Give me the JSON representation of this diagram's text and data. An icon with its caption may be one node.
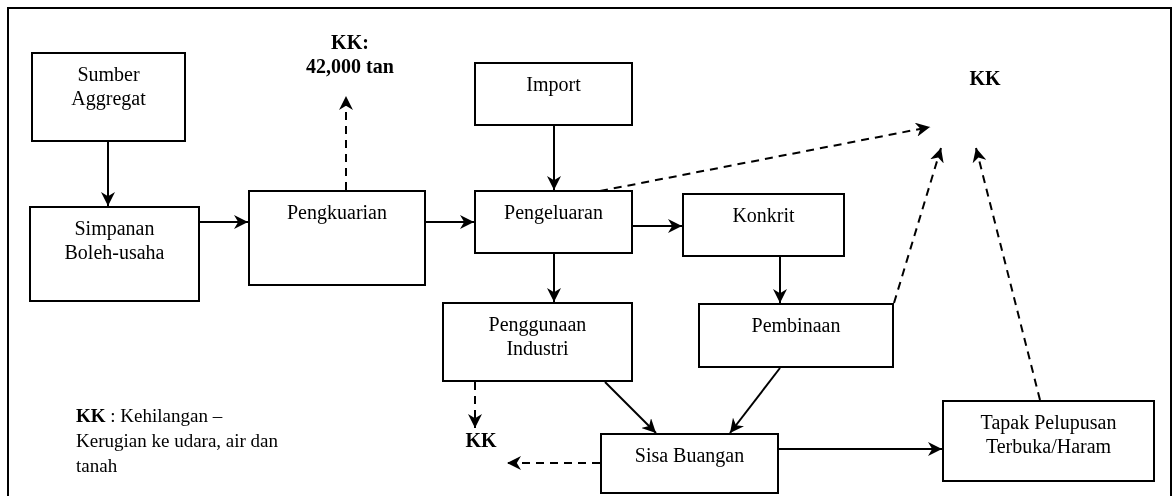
{
  "diagram": {
    "nodes": [
      {
        "text": [
          "Sumber Aggregat"
        ]
      },
      {
        "text": [
          "Simpanan Boleh-usaha"
        ]
      },
      {
        "text": [
          "Pengkuarian"
        ]
      },
      {
        "text": [
          "Import"
        ]
      },
      {
        "text": [
          "Pengeluaran"
        ]
      },
      {
        "text": [
          "Konkrit"
        ]
      },
      {
        "text": [
          "Penggunaan Industri"
        ]
      },
      {
        "text": [
          "Pembinaan"
        ]
      },
      {
        "text": [
          "Sisa Buangan"
        ]
      },
      {
        "text": [
          "Tapak Pelupusan Terbuka/Haram"
        ]
      },
      {
        "text": [
          "KK: 42,000 tan"
        ]
      },
      {
        "text": [
          "KK"
        ]
      },
      {
        "text": [
          "KK"
        ]
      }
    ],
    "edges": [
      {
        "from": 0,
        "to": 1,
        "arrow": "to"
      },
      {
        "from": 1,
        "to": 2,
        "arrow": "to"
      },
      {
        "from": 2,
        "to": 4,
        "arrow": "to"
      },
      {
        "from": 3,
        "to": 4,
        "arrow": "to"
      },
      {
        "from": 4,
        "to": 5,
        "arrow": "to"
      },
      {
        "from": 4,
        "to": 6,
        "arrow": "to"
      },
      {
        "from": 5,
        "to": 7,
        "arrow": "to"
      },
      {
        "from": 6,
        "to": 8,
        "arrow": "to"
      },
      {
        "from": 7,
        "to": 8,
        "arrow": "to"
      },
      {
        "from": 8,
        "to": 9,
        "arrow": "to"
      },
      {
        "from": 2,
        "to": 10,
        "arrow": "to",
        "style": "dashed"
      },
      {
        "from": 4,
        "to": 11,
        "arrow": "to",
        "style": "dashed"
      },
      {
        "from": 7,
        "to": 11,
        "arrow": "to",
        "style": "dashed"
      },
      {
        "from": 9,
        "to": 11,
        "arrow": "to",
        "style": "dashed"
      },
      {
        "from": 6,
        "to": 12,
        "arrow": "to",
        "style": "dashed"
      },
      {
        "from": 8,
        "to": 12,
        "arrow": "to",
        "style": "dashed"
      }
    ],
    "labels": [
      "**KK** : Kehilangan – Kerugian ke udara, air dan tanah"
    ]
  }
}
